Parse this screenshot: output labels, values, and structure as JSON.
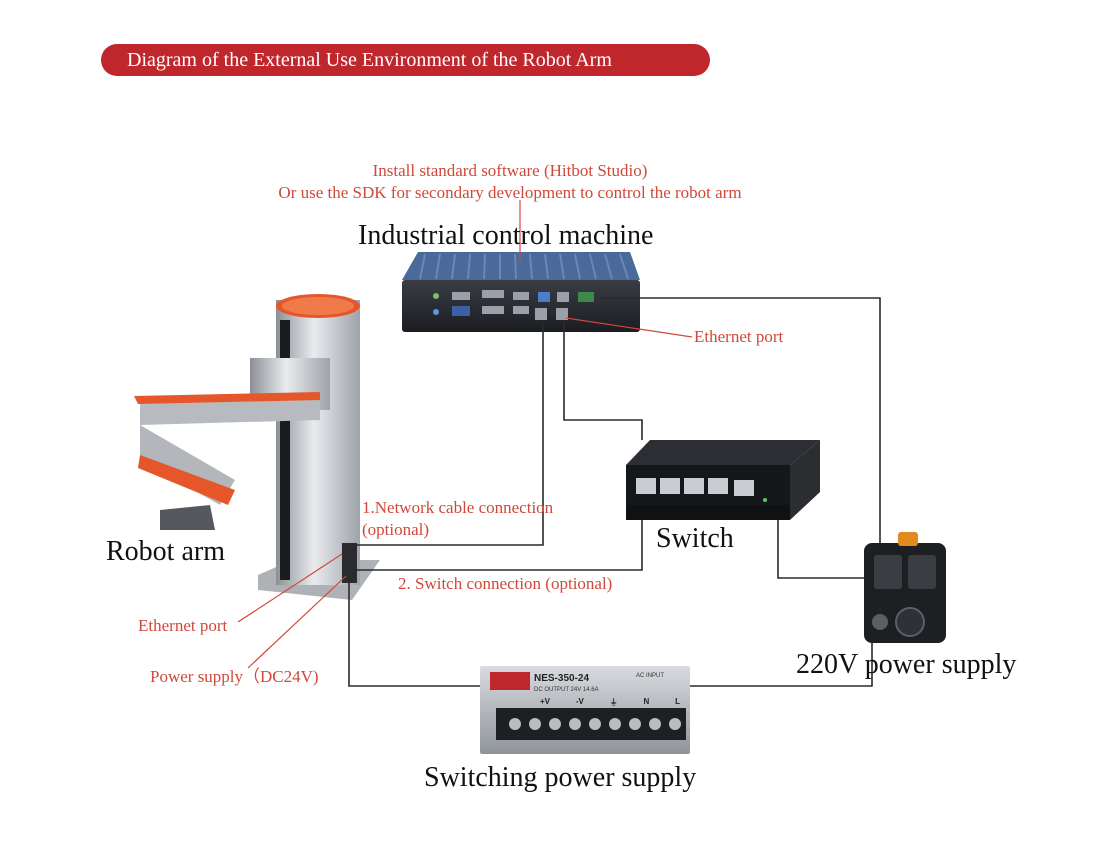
{
  "banner": {
    "title": "Diagram of the External Use Environment of the Robot Arm"
  },
  "software_note": {
    "line1": "Install standard software (Hitbot Studio)",
    "line2": "Or use the SDK for secondary development to control the robot arm"
  },
  "devices": {
    "ipc": "Industrial control machine",
    "robot": "Robot arm",
    "switch": "Switch",
    "mains": "220V power supply",
    "psu": "Switching power supply"
  },
  "annotations": {
    "ethernet_port_ipc": "Ethernet port",
    "network_cable": "1.Network cable connection",
    "network_cable_opt": "(optional)",
    "switch_connection": "2. Switch connection (optional)",
    "ethernet_port_robot": "Ethernet port",
    "power_supply_dc": "Power supply（DC24V)"
  },
  "psu_panel": {
    "model": "NES-350-24",
    "dc_output": "DC OUTPUT    24V 14.6A",
    "ac_input": "AC INPUT",
    "terminals": [
      "+V",
      "-V",
      "⏚",
      "N",
      "L"
    ]
  },
  "colors": {
    "accent": "#c0272d",
    "annotation": "#d0483a",
    "wire": "#2a2a2a"
  }
}
